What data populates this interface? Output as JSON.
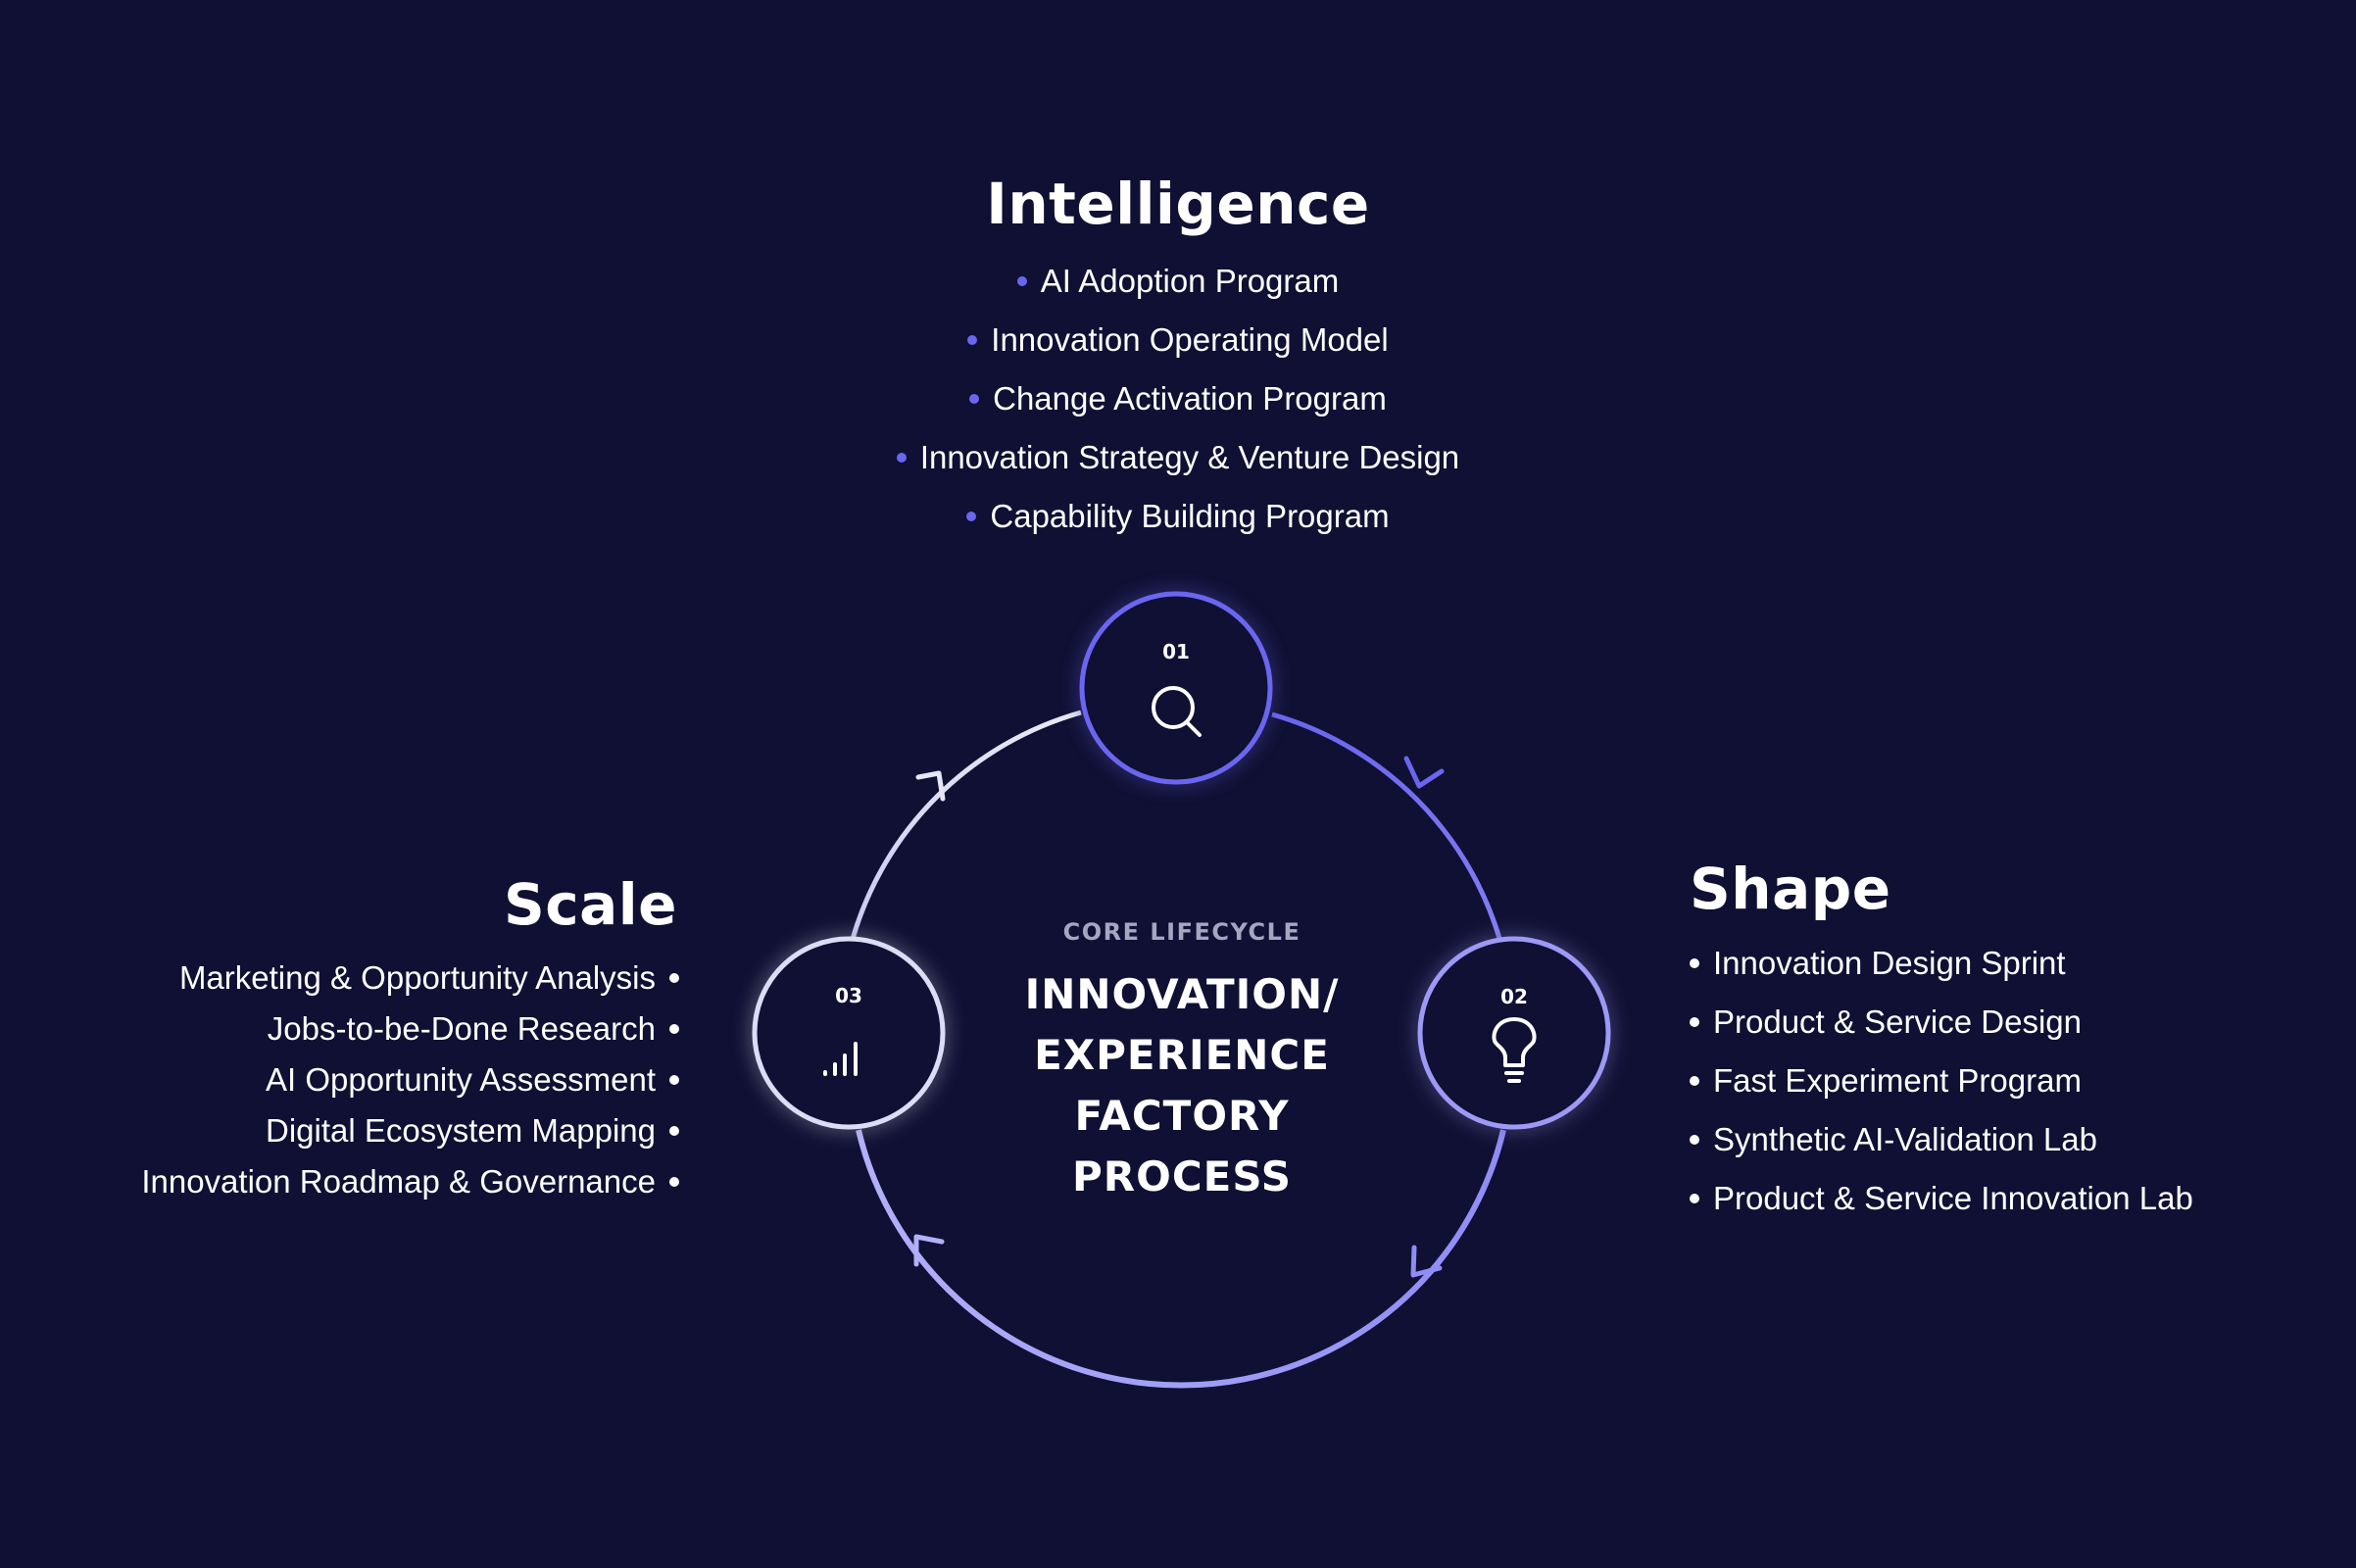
{
  "center": {
    "subtitle": "CORE LIFECYCLE",
    "title": "INNOVATION/\nEXPERIENCE\nFACTORY\nPROCESS"
  },
  "nodes": [
    {
      "number": "01",
      "icon": "magnifier-icon",
      "color": "#6a66f0"
    },
    {
      "number": "02",
      "icon": "lightbulb-icon",
      "color": "#9d99f5"
    },
    {
      "number": "03",
      "icon": "signal-bars-icon",
      "color": "#dcdcf5"
    }
  ],
  "intelligence": {
    "heading": "Intelligence",
    "items": [
      "AI Adoption Program",
      "Innovation Operating Model",
      "Change Activation Program",
      "Innovation Strategy & Venture Design",
      "Capability Building Program"
    ]
  },
  "shape": {
    "heading": "Shape",
    "items": [
      "Innovation Design Sprint",
      "Product & Service Design",
      "Fast Experiment Program",
      "Synthetic AI-Validation Lab",
      "Product & Service Innovation Lab"
    ]
  },
  "scale": {
    "heading": "Scale",
    "items": [
      "Marketing & Opportunity Analysis",
      "Jobs-to-be-Done Research",
      "AI Opportunity Assessment",
      "Digital Ecosystem Mapping",
      "Innovation Roadmap & Governance"
    ]
  },
  "colors": {
    "background": "#0f1033",
    "accent": "#6a66f0",
    "accent_light": "#a9a6f7",
    "text": "#ffffff",
    "muted": "#a3a7c2"
  }
}
